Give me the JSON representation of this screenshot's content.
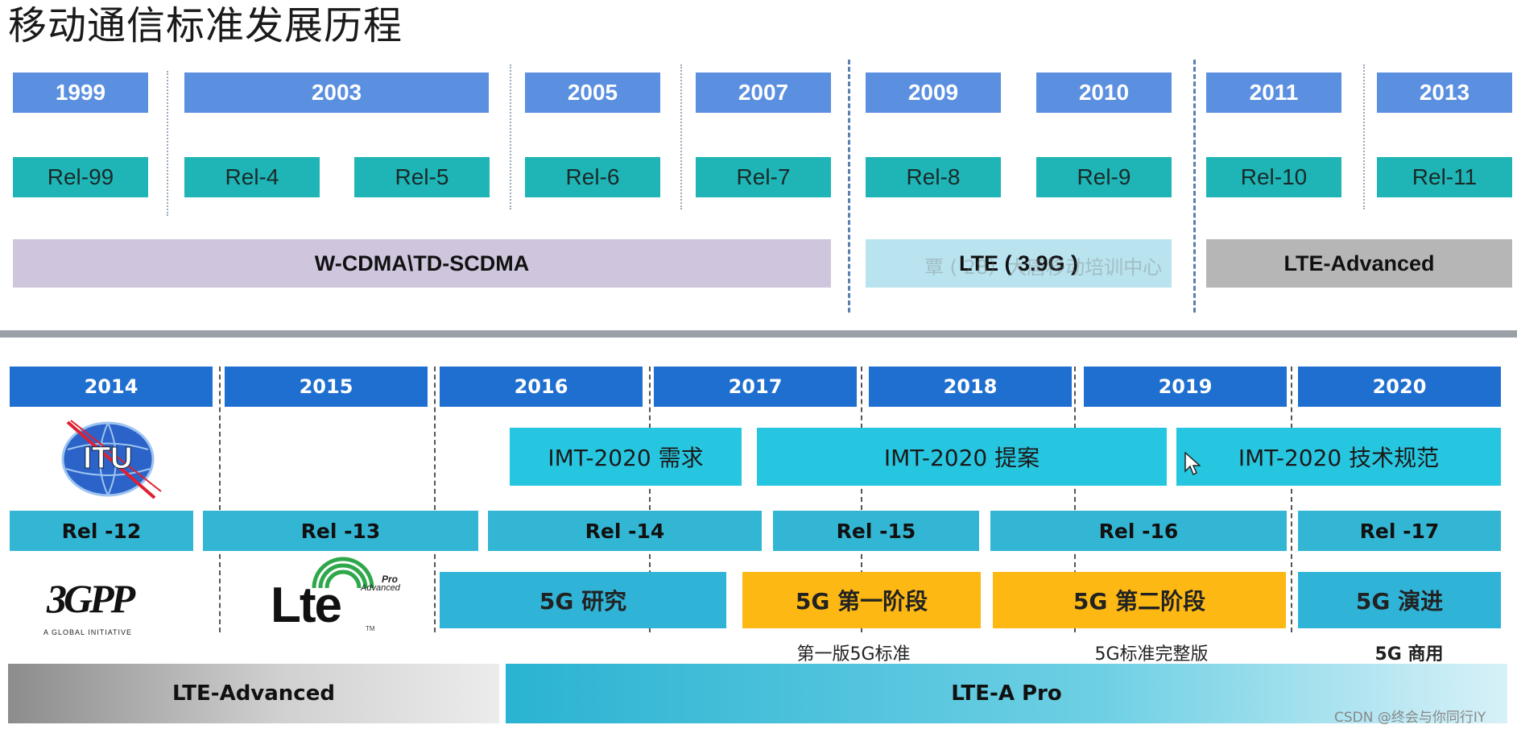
{
  "title": "移动通信标准发展历程",
  "top": {
    "years": [
      "1999",
      "2003",
      "2005",
      "2007",
      "2009",
      "2010",
      "2011",
      "2013"
    ],
    "releases": [
      "Rel-99",
      "Rel-4",
      "Rel-5",
      "Rel-6",
      "Rel-7",
      "Rel-8",
      "Rel-9",
      "Rel-10",
      "Rel-11"
    ],
    "eras": [
      "W-CDMA\\TD-SCDMA",
      "LTE ( 3.9G )",
      "LTE-Advanced"
    ],
    "watermark": "覃  ( 28）大唐移动培训中心"
  },
  "bottom": {
    "years": [
      "2014",
      "2015",
      "2016",
      "2017",
      "2018",
      "2019",
      "2020"
    ],
    "imt": [
      "IMT-2020 需求",
      "IMT-2020 提案",
      "IMT-2020 技术规范"
    ],
    "releases": [
      "Rel -12",
      "Rel -13",
      "Rel -14",
      "Rel -15",
      "Rel -16",
      "Rel -17"
    ],
    "phases": [
      "5G 研究",
      "5G 第一阶段",
      "5G 第二阶段",
      "5G 演进"
    ],
    "notes": [
      "第一版5G标准",
      "5G标准完整版",
      "5G 商用"
    ],
    "bars": [
      "LTE-Advanced",
      "LTE-A Pro"
    ],
    "logos": {
      "itu": "ITU",
      "gpp_main": "3GPP",
      "gpp_sub": "A GLOBAL INITIATIVE",
      "lte_main": "Lte",
      "lte_sub1": "Advanced",
      "lte_sub2": "Pro",
      "lte_tm": "TM"
    }
  },
  "credit": "CSDN @终会与你同行IY",
  "colors": {
    "year_top": "#5b8fe0",
    "release_top": "#1fb5b6",
    "era_3g": "#cfc6de",
    "era_lte": "#b9e3ef",
    "era_lte_adv": "#b6b6b6",
    "year_bottom": "#1f6fd0",
    "imt": "#27c6e0",
    "release_bottom": "#33b6d4",
    "phase_blue": "#2fb4d8",
    "phase_yellow": "#fdb813"
  }
}
